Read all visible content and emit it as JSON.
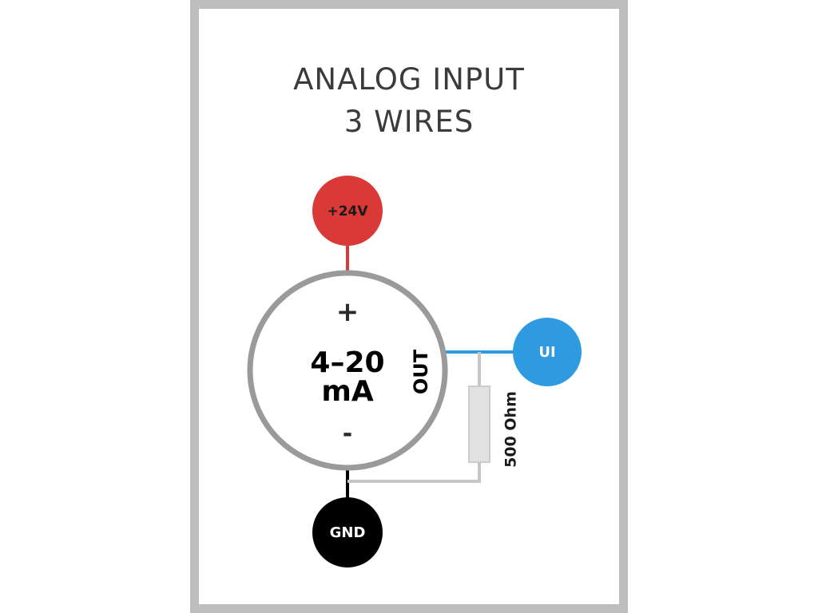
{
  "title": {
    "line1": "ANALOG INPUT",
    "line2": "3 WIRES"
  },
  "sensor": {
    "plus": "+",
    "value": "4–20",
    "unit": "mA",
    "minus": "-",
    "out": "OUT"
  },
  "nodes": {
    "supply": "+24V",
    "input": "UI",
    "ground": "GND"
  },
  "resistor": {
    "label": "500 Ohm"
  },
  "colors": {
    "frame": "#bdbdbd",
    "supply": "#d93a38",
    "input": "#2e9be1",
    "ground": "#000000",
    "sensor_ring": "#9a9a9a",
    "resistor": "#e0e0e0",
    "resistor_wire": "#c6c6c6"
  }
}
